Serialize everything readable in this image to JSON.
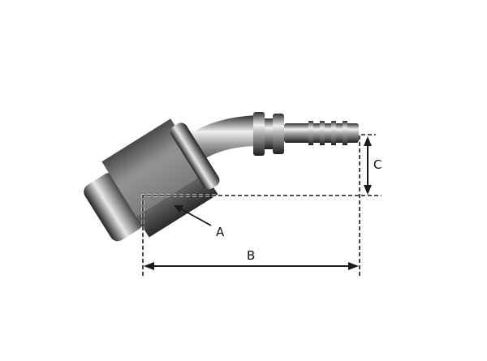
{
  "diagram": {
    "labels": {
      "a": "A",
      "b": "B",
      "c": "C"
    },
    "colors": {
      "line": "#1a1a1a",
      "steel_light": "#d9d9d9",
      "steel_dark": "#3a3a3a"
    }
  }
}
